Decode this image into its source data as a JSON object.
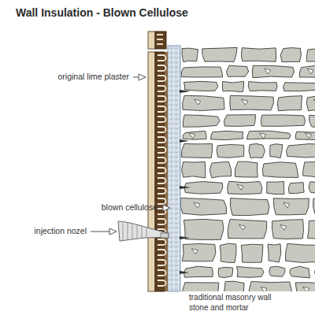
{
  "diagram": {
    "title": "Wall Insulation - Blown Cellulose",
    "labels": [
      "original lime plaster",
      "blown cellulose",
      "injection nozel",
      "traditional masonry wall stone and mortar"
    ]
  }
}
